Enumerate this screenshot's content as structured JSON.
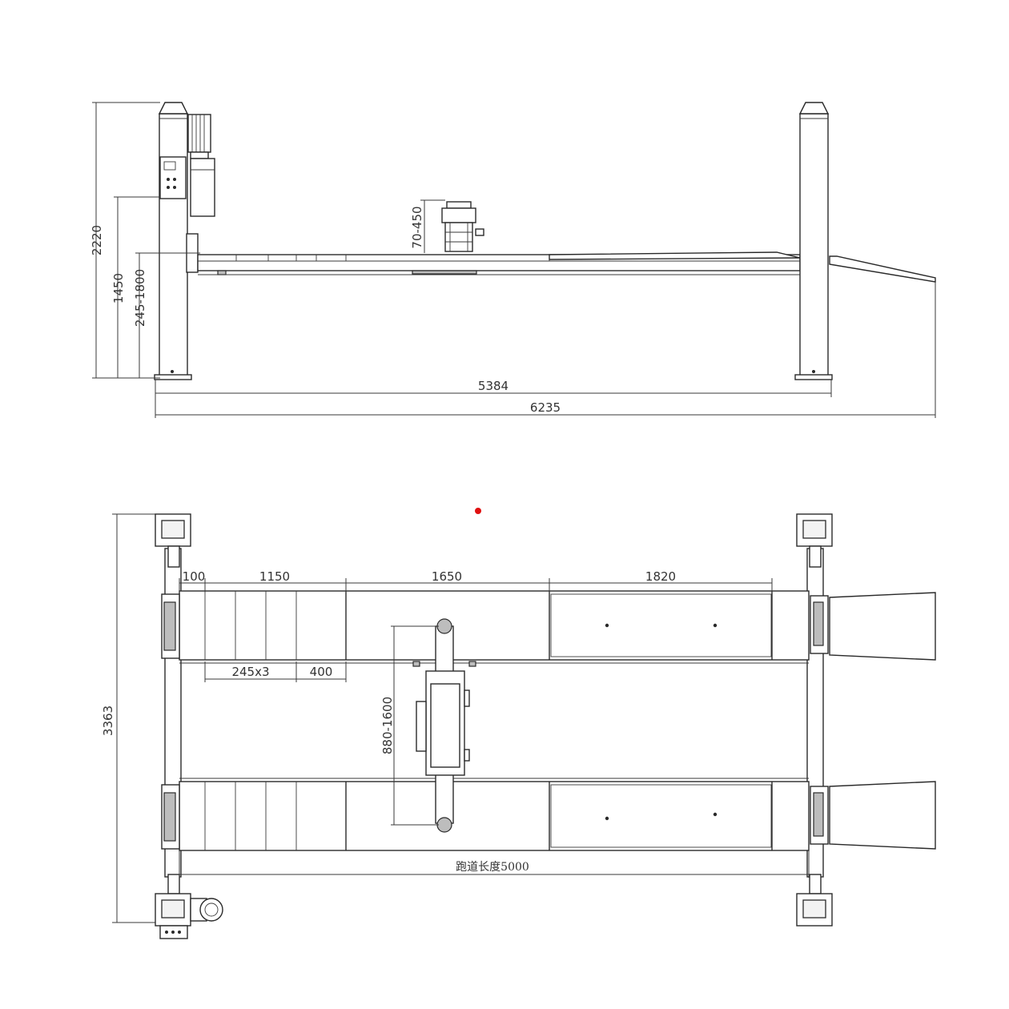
{
  "side_view": {
    "dims": {
      "total_height": "2220",
      "platform_height": "1450",
      "adjust_range": "245-1800",
      "jack_stroke": "70-450",
      "post_span": "5384",
      "total_length": "6235"
    }
  },
  "top_view": {
    "dims": {
      "total_width": "3363",
      "seg_a": "100",
      "seg_b": "1150",
      "seg_c": "1650",
      "seg_d": "1820",
      "slot_spacing": "245x3",
      "slot_last": "400",
      "jack_track": "880-1600",
      "runway_length": "跑道长度5000"
    }
  },
  "marker_color": "#e01010"
}
